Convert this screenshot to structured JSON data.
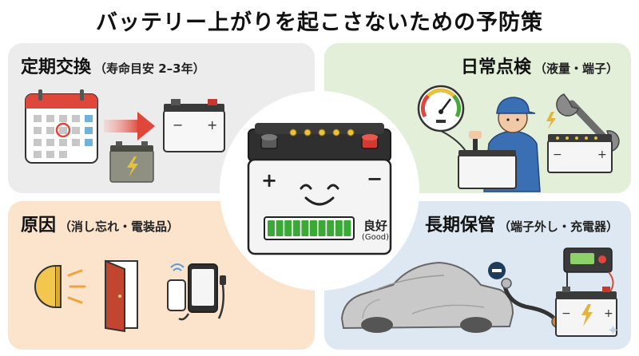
{
  "title": "バッテリー上がりを起こさないための予防策",
  "panels": {
    "top_left": {
      "title": "定期交換",
      "subtitle": "（寿命目安 2–3年）"
    },
    "top_right": {
      "title": "日常点検",
      "subtitle": "（液量・端子）"
    },
    "bottom_left": {
      "title": "原因",
      "subtitle": "（消し忘れ・電装品）"
    },
    "bottom_right": {
      "title": "長期保管",
      "subtitle": "（端子外し・充電器）"
    }
  },
  "battery": {
    "status_label": "良好",
    "status_label_en": "(Good)",
    "charge_level": 1.0
  },
  "colors": {
    "panel_gray": "#ececec",
    "panel_green": "#e3efd9",
    "panel_orange": "#fbe3cc",
    "panel_blue": "#dde8f3",
    "charge_green": "#3aa935",
    "accent_red": "#e0473b"
  },
  "icons": [
    "calendar-icon",
    "arrow-right-icon",
    "battery-icon",
    "gauge-icon",
    "mechanic-icon",
    "wrench-icon",
    "headlight-icon",
    "open-door-icon",
    "phone-charger-icon",
    "covered-car-icon",
    "disconnected-terminal-icon",
    "battery-charger-icon",
    "sparkle-icon"
  ]
}
